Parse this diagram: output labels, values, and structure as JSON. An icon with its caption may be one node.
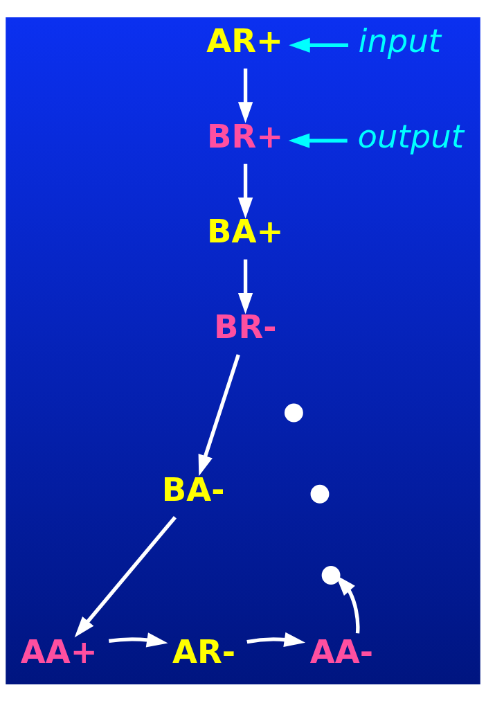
{
  "diagram": {
    "nodes": [
      {
        "text": [
          "AR+"
        ]
      },
      {
        "text": [
          "BR+"
        ]
      },
      {
        "text": [
          "BA+"
        ]
      },
      {
        "text": [
          "BR-"
        ]
      },
      {
        "text": [
          "BA-"
        ]
      },
      {
        "text": [
          "AA+"
        ]
      },
      {
        "text": [
          "AR-"
        ]
      },
      {
        "text": [
          "AA-"
        ]
      },
      {
        "text": [
          "input"
        ]
      },
      {
        "text": [
          "output"
        ]
      },
      {
        "text": [],
        "shape": "circle"
      },
      {
        "text": [],
        "shape": "circle"
      },
      {
        "text": [],
        "shape": "circle"
      }
    ],
    "edges": [
      {
        "from": 0,
        "to": 1,
        "arrow": "to"
      },
      {
        "from": 8,
        "to": 0,
        "arrow": "to",
        "color": "#00ffff"
      },
      {
        "from": 9,
        "to": 1,
        "arrow": "to",
        "color": "#00ffff"
      },
      {
        "from": 1,
        "to": 2,
        "arrow": "to"
      },
      {
        "from": 2,
        "to": 3,
        "arrow": "to"
      },
      {
        "from": 3,
        "to": 4,
        "arrow": "to"
      },
      {
        "from": 4,
        "to": 5,
        "arrow": "to"
      },
      {
        "from": 5,
        "to": 6,
        "arrow": "to"
      },
      {
        "from": 6,
        "to": 7,
        "arrow": "to"
      },
      {
        "from": 7,
        "to": 12,
        "arrow": "to"
      }
    ]
  }
}
